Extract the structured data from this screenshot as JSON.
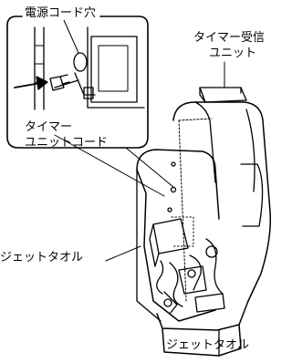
{
  "labels": {
    "power_hole": "電源コード穴",
    "receiver_line1": "タイマー受信",
    "receiver_line2": "ユニット",
    "cord_line1": "タイマー",
    "cord_line2": "ユニットコード",
    "jet_towel_1": "ジェットタオル",
    "jet_towel_2": "ジェットタオル"
  }
}
